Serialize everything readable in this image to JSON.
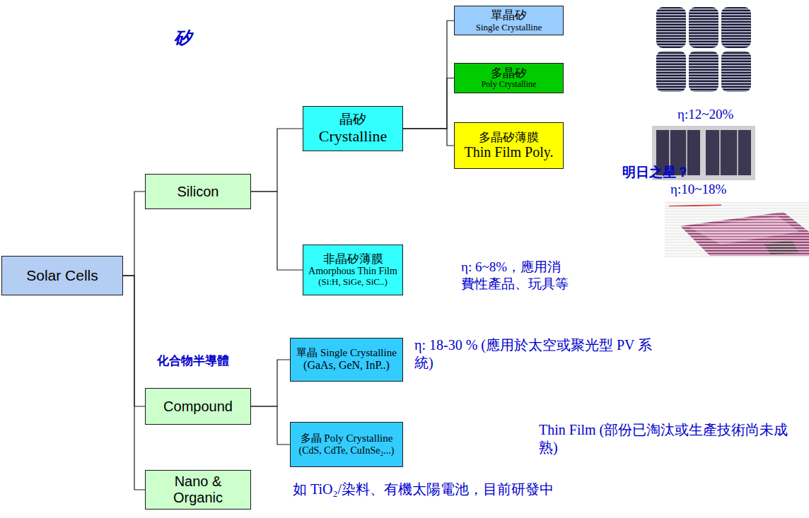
{
  "diagram": {
    "nodes": [
      {
        "text": [
          "Solar Cells"
        ]
      },
      {
        "text": [
          "Silicon"
        ]
      },
      {
        "text": [
          "晶矽",
          "Crystalline"
        ]
      },
      {
        "text": [
          "單晶矽",
          "Single Crystalline"
        ]
      },
      {
        "text": [
          "多晶矽",
          "Poly Crystalline"
        ]
      },
      {
        "text": [
          "多晶矽薄膜",
          "Thin Film Poly."
        ]
      },
      {
        "text": [
          "非晶矽薄膜",
          "Amorphous Thin Film",
          "(Si:H, SiGe, SiC..)"
        ]
      },
      {
        "text": [
          "Compound"
        ]
      },
      {
        "text": [
          "單晶 Single Crystalline",
          "(GaAs, GeN, InP..)"
        ]
      },
      {
        "text": [
          "多晶 Poly Crystalline",
          "(CdS, CdTe, CuInSe₂...)"
        ]
      },
      {
        "text": [
          "Nano & Organic"
        ]
      }
    ],
    "edges": [
      {
        "from": 0,
        "to": 1,
        "arrow": "none"
      },
      {
        "from": 0,
        "to": 7,
        "arrow": "none"
      },
      {
        "from": 0,
        "to": 10,
        "arrow": "none"
      },
      {
        "from": 1,
        "to": 2,
        "arrow": "none"
      },
      {
        "from": 1,
        "to": 6,
        "arrow": "none"
      },
      {
        "from": 2,
        "to": 3,
        "arrow": "none"
      },
      {
        "from": 2,
        "to": 4,
        "arrow": "none"
      },
      {
        "from": 2,
        "to": 5,
        "arrow": "none"
      },
      {
        "from": 7,
        "to": 8,
        "arrow": "none"
      },
      {
        "from": 7,
        "to": 9,
        "arrow": "none"
      }
    ],
    "labels": [
      "矽",
      "化合物半導體",
      "η:12~20%",
      "η:10~18%",
      "明日之星？",
      "η: 6~8%，應用消費性產品、玩具等",
      "η: 18-30 % (應用於太空或聚光型 PV 系統)",
      "Thin Film (部份已淘汰或生產技術尚未成熟)",
      "如 TiO₂/染料、有機太陽電池，目前研發中"
    ]
  }
}
